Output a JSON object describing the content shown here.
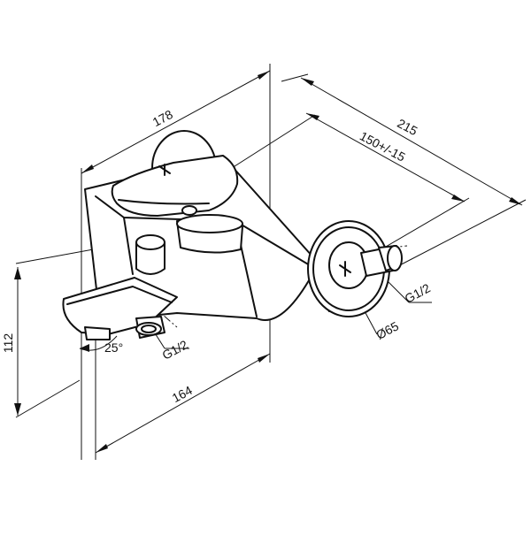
{
  "dimensions": {
    "width_top": "178",
    "total_depth": "215",
    "center_distance": "150+/-15",
    "height": "112",
    "length": "164",
    "spout_angle": "25°",
    "inlet_thread": "G1/2",
    "bottom_thread": "G1/2",
    "escutcheon_diameter": "Ø65"
  },
  "colors": {
    "line": "#111111",
    "background": "#ffffff"
  }
}
